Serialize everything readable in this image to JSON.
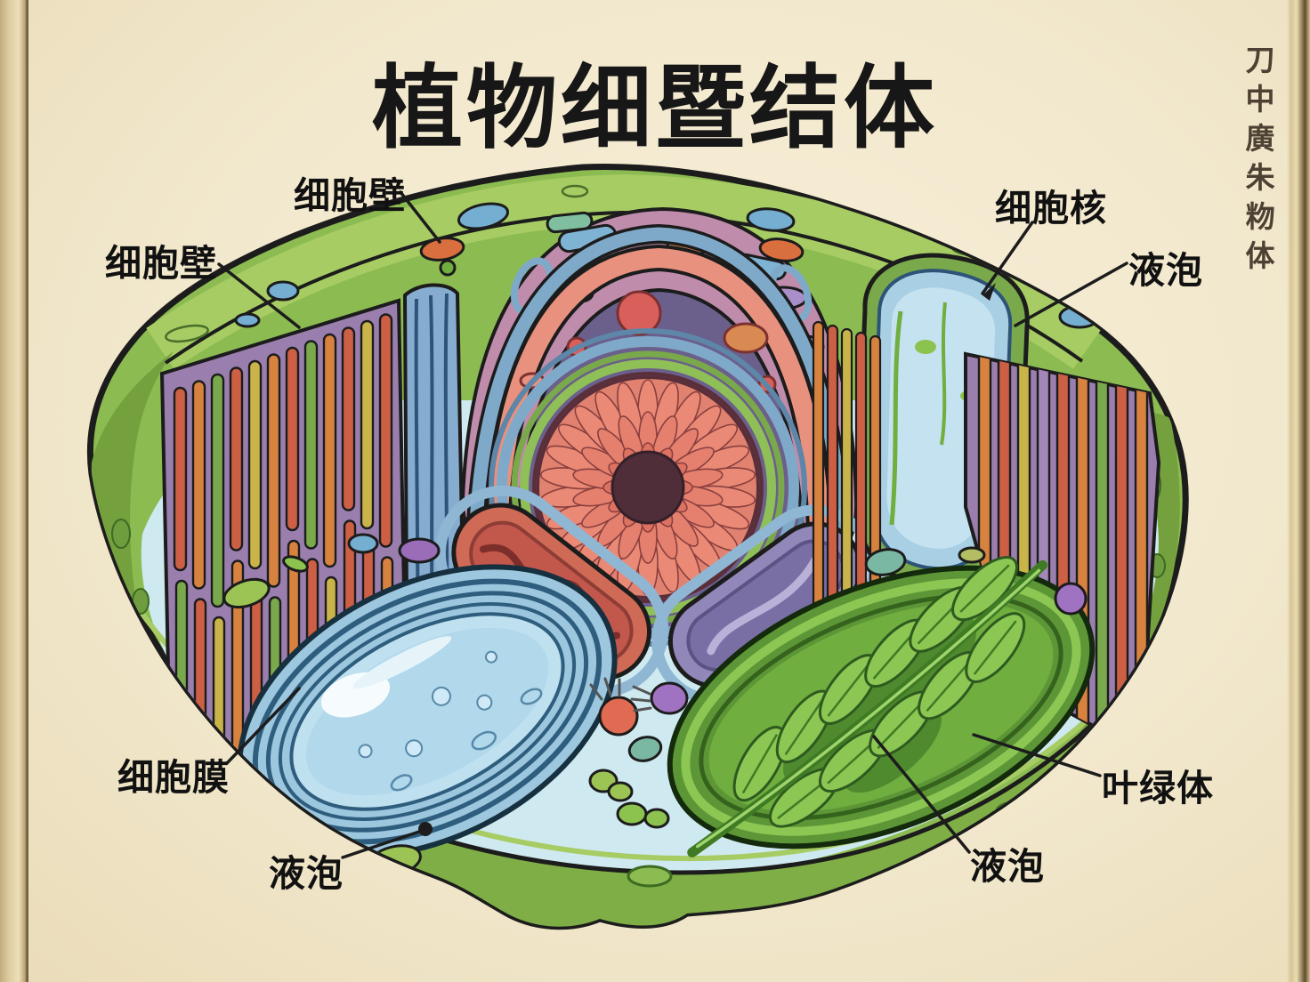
{
  "page": {
    "title": "植物细暨结体",
    "side_text": "刀中廣朱粅体"
  },
  "labels": [
    {
      "id": "cell-wall-top",
      "text": "细胞壁"
    },
    {
      "id": "cell-wall-left",
      "text": "细胞壁"
    },
    {
      "id": "nucleus",
      "text": "细胞核"
    },
    {
      "id": "vacuole-upper-right",
      "text": "液泡"
    },
    {
      "id": "cell-membrane",
      "text": "细胞膜"
    },
    {
      "id": "vacuole-lower-left",
      "text": "液泡"
    },
    {
      "id": "vacuole-lower-center",
      "text": "液泡"
    },
    {
      "id": "chloroplast",
      "text": "叶绿体"
    }
  ],
  "palette": {
    "paper_cream": "#f2e8cd",
    "cell_wall_green": "#8cbb52",
    "cell_wall_dark_green": "#74a03e",
    "cytoplasm_blue": "#cfe9f0",
    "nuclear_region_mauve": "#bf8cab",
    "nucleus_purple": "#6b5f8c",
    "nucleolus_coral": "#e4806d",
    "membrane_salmon": "#e8917e",
    "vacuole_blue": "#bfe0ef",
    "chloroplast_green": "#6fae3f",
    "thylakoid_red": "#cd5f45",
    "thylakoid_orange": "#d7823f",
    "thylakoid_yellow": "#c9b44a",
    "stack_backdrop_purple": "#9a7fae",
    "ink_outline": "#1c1c1c",
    "label_ink": "#111111"
  }
}
